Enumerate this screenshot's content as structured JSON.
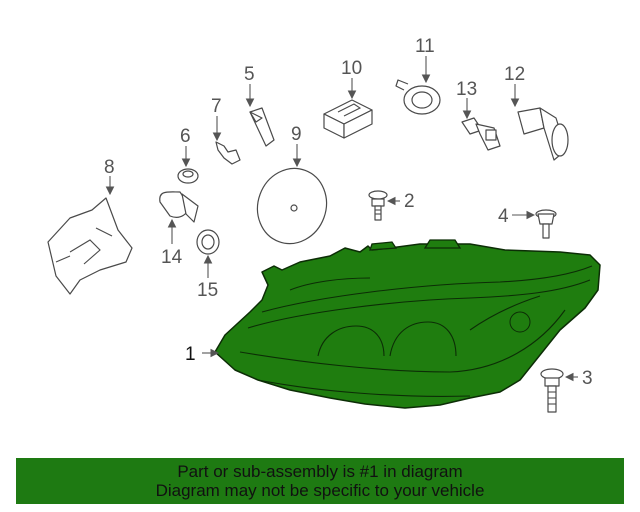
{
  "callouts": {
    "c1": "1",
    "c2": "2",
    "c3": "3",
    "c4": "4",
    "c5": "5",
    "c6": "6",
    "c7": "7",
    "c8": "8",
    "c9": "9",
    "c10": "10",
    "c11": "11",
    "c12": "12",
    "c13": "13",
    "c14": "14",
    "c15": "15"
  },
  "banner": {
    "line1": "Part or sub-assembly is #1 in diagram",
    "line2": "Diagram may not be specific to your vehicle",
    "color": "#1e7a12"
  },
  "highlight_color": "#1f7d0f"
}
